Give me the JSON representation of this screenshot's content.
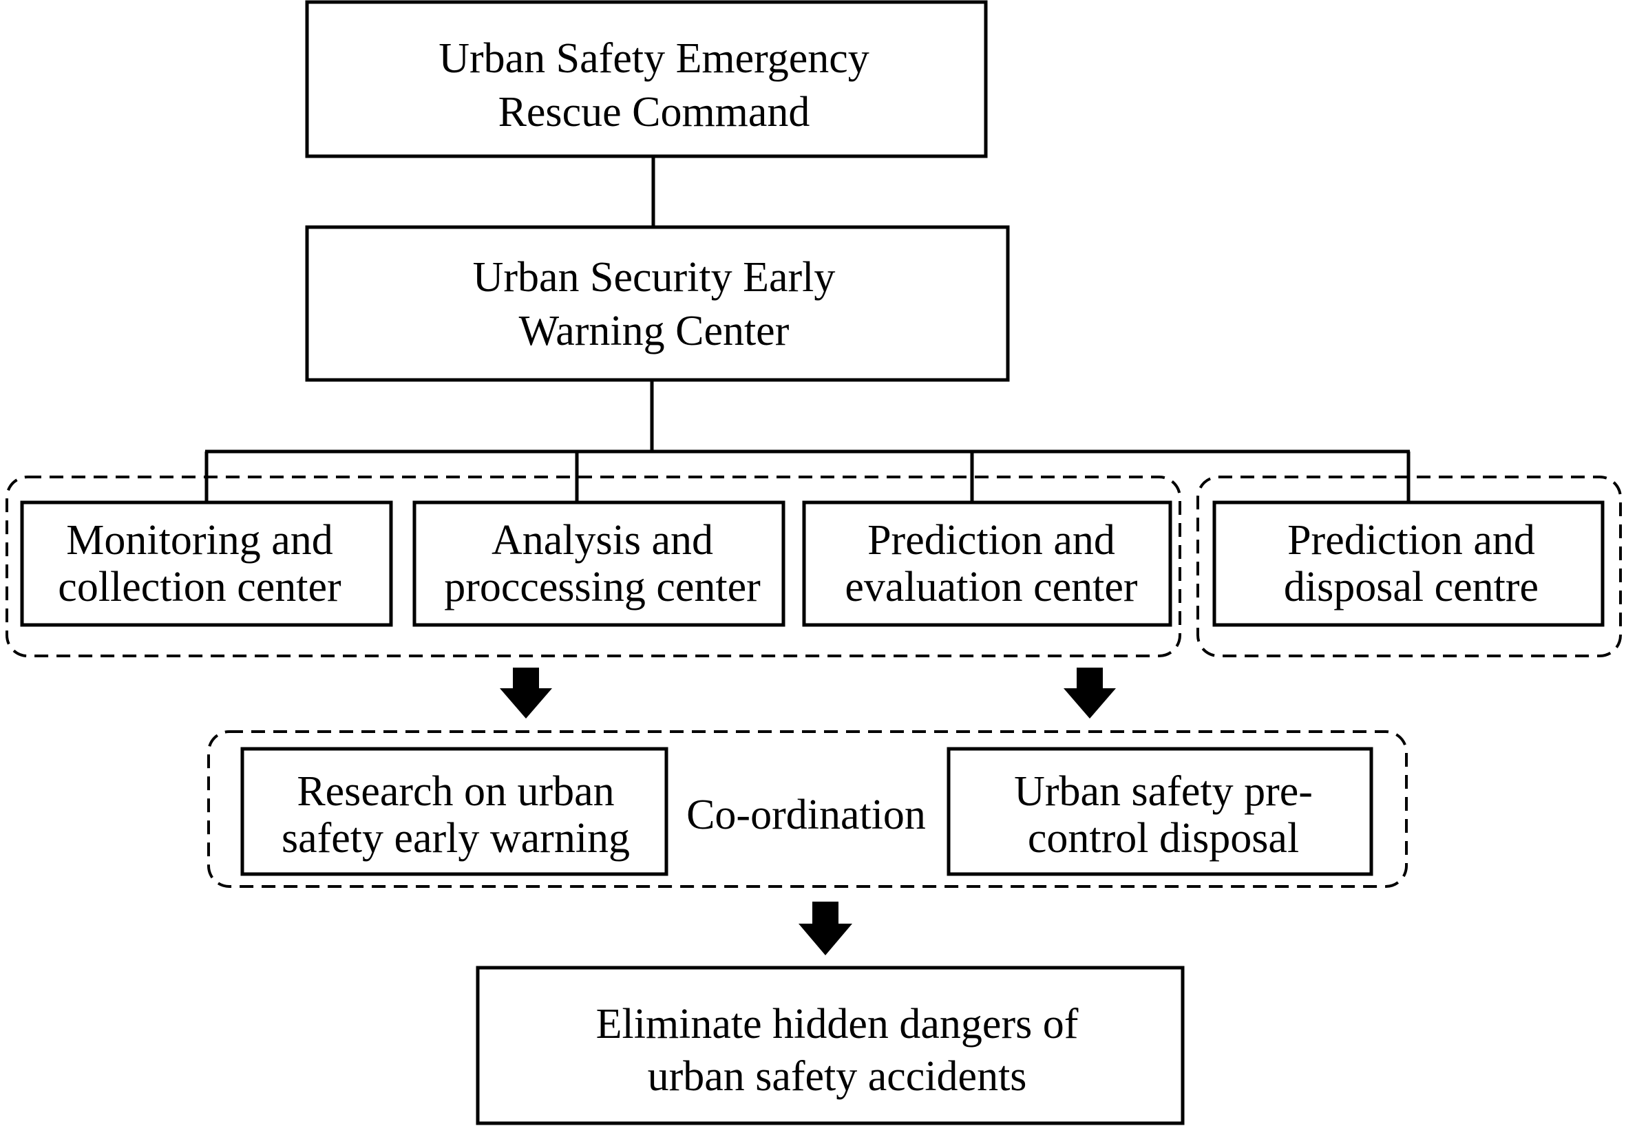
{
  "command_box": {
    "line1": "Urban Safety Emergency",
    "line2": "Rescue Command"
  },
  "warning_center_box": {
    "line1": "Urban Security Early",
    "line2": "Warning Center"
  },
  "centers": [
    {
      "line1": "Monitoring and",
      "line2": "collection center"
    },
    {
      "line1": "Analysis and",
      "line2": "proccessing center"
    },
    {
      "line1": "Prediction and",
      "line2": "evaluation center"
    },
    {
      "line1": "Prediction and",
      "line2": "disposal centre"
    }
  ],
  "research_box": {
    "line1": "Research on urban",
    "line2": "safety early warning"
  },
  "coordination_label": "Co-ordination",
  "precontrol_box": {
    "line1": "Urban safety pre-",
    "line2": "control disposal"
  },
  "outcome_box": {
    "line1": "Eliminate hidden dangers of",
    "line2": "urban safety accidents"
  }
}
